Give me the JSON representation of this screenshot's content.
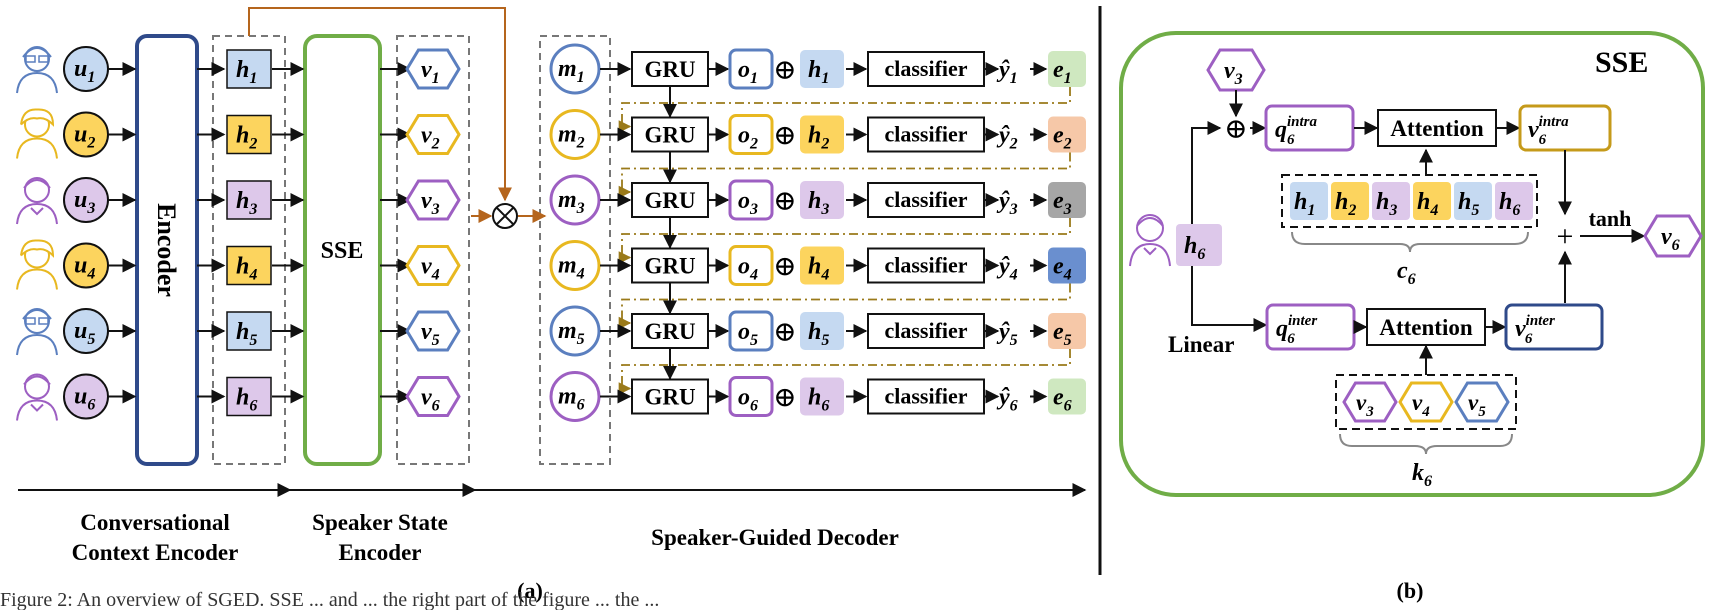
{
  "colors": {
    "blue": "#5b7fbf",
    "blue_fill": "#c5d9f1",
    "yellow": "#e8b820",
    "yellow_fill": "#fcd45e",
    "purple": "#9d5fc2",
    "purple_fill": "#ddc8ea",
    "green": "#70ad47",
    "green_fill": "#cfe8c0",
    "orange": "#b5651d",
    "salmon_fill": "#f6c8a8",
    "gray_fill": "#a6a6a6",
    "steel_fill": "#6a8fcf",
    "encoder_border": "#2f4a8a",
    "gold": "#c59a1a",
    "navy": "#2f4a8a"
  },
  "panel_a": {
    "encoder_label": "Encoder",
    "sse_label": "SSE",
    "gru_label": "GRU",
    "classifier_label": "classifier",
    "oplus": "⊕",
    "otimes": "⊗",
    "rows": [
      {
        "u": "u",
        "h": "h",
        "v": "v",
        "m": "m",
        "o": "o",
        "y": "ŷ",
        "e": "e",
        "idx": "1",
        "speaker": "A",
        "color": "blue",
        "e_color": "green_fill"
      },
      {
        "u": "u",
        "h": "h",
        "v": "v",
        "m": "m",
        "o": "o",
        "y": "ŷ",
        "e": "e",
        "idx": "2",
        "speaker": "B",
        "color": "yellow",
        "e_color": "salmon_fill"
      },
      {
        "u": "u",
        "h": "h",
        "v": "v",
        "m": "m",
        "o": "o",
        "y": "ŷ",
        "e": "e",
        "idx": "3",
        "speaker": "C",
        "color": "purple",
        "e_color": "gray_fill"
      },
      {
        "u": "u",
        "h": "h",
        "v": "v",
        "m": "m",
        "o": "o",
        "y": "ŷ",
        "e": "e",
        "idx": "4",
        "speaker": "B",
        "color": "yellow",
        "e_color": "steel_fill"
      },
      {
        "u": "u",
        "h": "h",
        "v": "v",
        "m": "m",
        "o": "o",
        "y": "ŷ",
        "e": "e",
        "idx": "5",
        "speaker": "A",
        "color": "blue",
        "e_color": "salmon_fill"
      },
      {
        "u": "u",
        "h": "h",
        "v": "v",
        "m": "m",
        "o": "o",
        "y": "ŷ",
        "e": "e",
        "idx": "6",
        "speaker": "C",
        "color": "purple",
        "e_color": "green_fill"
      }
    ],
    "section_labels": {
      "context_line1": "Conversational",
      "context_line2": "Context Encoder",
      "speaker_line1": "Speaker State",
      "speaker_line2": "Encoder",
      "decoder": "Speaker-Guided Decoder"
    },
    "caption": "(a)"
  },
  "panel_b": {
    "title": "SSE",
    "attention_label": "Attention",
    "linear_label": "Linear",
    "tanh_label": "tanh",
    "plus": "+",
    "oplus": "⊕",
    "v3": {
      "base": "v",
      "sub": "3"
    },
    "q_intra": {
      "base": "q",
      "sub": "6",
      "sup": "intra"
    },
    "v_intra": {
      "base": "v",
      "sub": "6",
      "sup": "intra"
    },
    "q_inter": {
      "base": "q",
      "sub": "6",
      "sup": "inter"
    },
    "v_inter": {
      "base": "v",
      "sub": "6",
      "sup": "inter"
    },
    "h6": {
      "base": "h",
      "sub": "6"
    },
    "v6": {
      "base": "v",
      "sub": "6"
    },
    "c6": {
      "base": "c",
      "sub": "6"
    },
    "k6": {
      "base": "k",
      "sub": "6"
    },
    "context_items": [
      {
        "base": "h",
        "sub": "1",
        "color": "blue_fill"
      },
      {
        "base": "h",
        "sub": "2",
        "color": "yellow_fill"
      },
      {
        "base": "h",
        "sub": "3",
        "color": "purple_fill"
      },
      {
        "base": "h",
        "sub": "4",
        "color": "yellow_fill"
      },
      {
        "base": "h",
        "sub": "5",
        "color": "blue_fill"
      },
      {
        "base": "h",
        "sub": "6",
        "color": "purple_fill"
      }
    ],
    "key_items": [
      {
        "base": "v",
        "sub": "3",
        "color": "purple"
      },
      {
        "base": "v",
        "sub": "4",
        "color": "yellow"
      },
      {
        "base": "v",
        "sub": "5",
        "color": "blue"
      }
    ],
    "caption": "(b)"
  },
  "figure_caption_fragment": "Figure 2: An overview of SGED. SSE ... and ... the right part of the figure ... the ... "
}
